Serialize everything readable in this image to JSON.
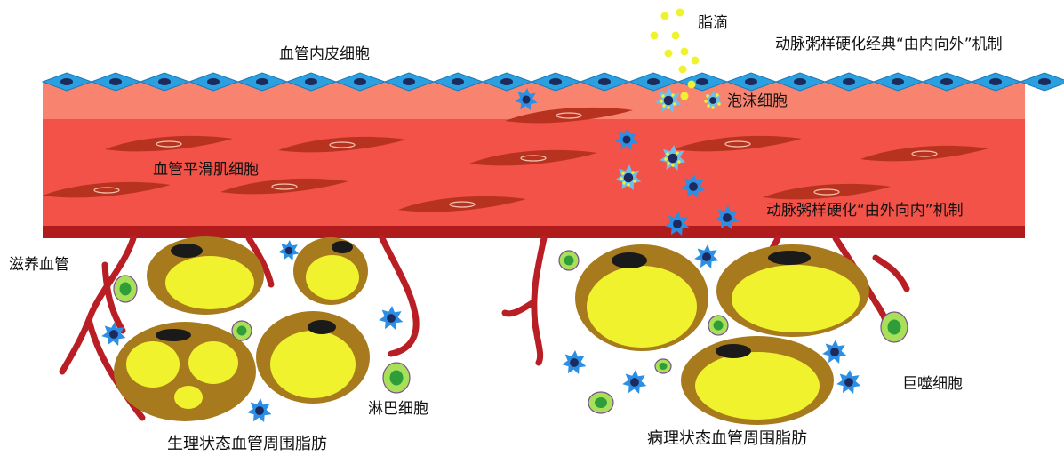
{
  "labels": {
    "endothelial": "血管内皮细胞",
    "lipid_droplet": "脂滴",
    "inside_out": "动脉粥样硬化经典“由内向外”机制",
    "foam_cell": "泡沫细胞",
    "smooth_muscle": "血管平滑肌细胞",
    "outside_in": "动脉粥样硬化“由外向内”机制",
    "vasa_vasorum": "滋养血管",
    "lymphocyte": "淋巴细胞",
    "macrophage": "巨噬细胞",
    "physiological_pvat": "生理状态血管周围脂肪",
    "pathological_pvat": "病理状态血管周围脂肪"
  },
  "colors": {
    "intima": "#f88470",
    "media": "#f25247",
    "adventitia_band": "#b01c1c",
    "endothelium": "#2aa0e0",
    "nucleus": "#1f2a5c",
    "smooth_muscle": "#b8331f",
    "lipid": "#f0f22e",
    "adipocyte_rim": "#a67a1d",
    "vessel": "#b81e24",
    "lymph_body": "#a8e05a",
    "lymph_nucleus": "#2f9e3a",
    "macrophage": "#2b8fe6"
  }
}
